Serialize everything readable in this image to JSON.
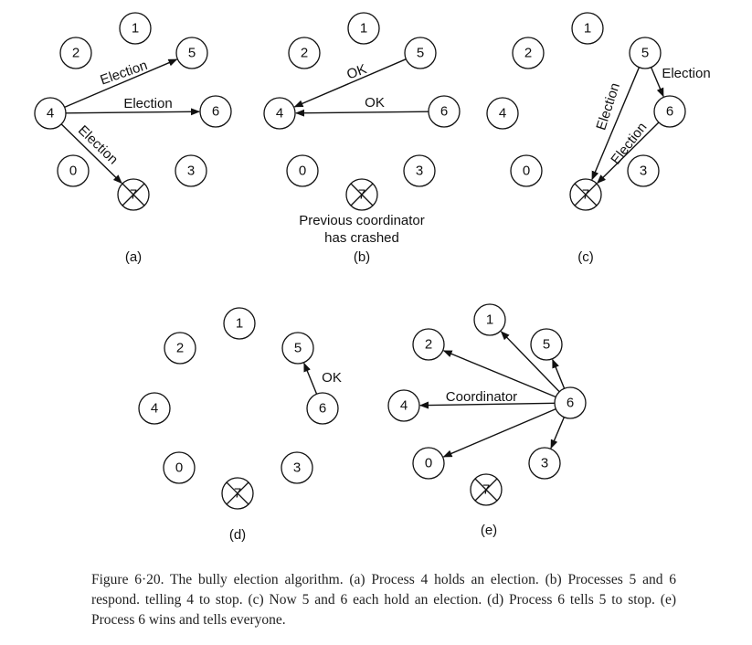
{
  "panels": [
    {
      "label": "(a)",
      "nodes": [
        {
          "id": "1",
          "label": "1"
        },
        {
          "id": "2",
          "label": "2"
        },
        {
          "id": "5",
          "label": "5"
        },
        {
          "id": "4",
          "label": "4"
        },
        {
          "id": "6",
          "label": "6"
        },
        {
          "id": "0",
          "label": "0"
        },
        {
          "id": "3",
          "label": "3"
        },
        {
          "id": "7",
          "label": "7",
          "crashed": true
        }
      ],
      "edges": [
        {
          "from": "4",
          "to": "5",
          "label": "Election"
        },
        {
          "from": "4",
          "to": "6",
          "label": "Election"
        },
        {
          "from": "4",
          "to": "7",
          "label": "Election"
        }
      ]
    },
    {
      "label": "(b)",
      "note": [
        "Previous coordinator",
        "has crashed"
      ],
      "nodes": [
        {
          "id": "1",
          "label": "1"
        },
        {
          "id": "2",
          "label": "2"
        },
        {
          "id": "5",
          "label": "5"
        },
        {
          "id": "4",
          "label": "4"
        },
        {
          "id": "6",
          "label": "6"
        },
        {
          "id": "0",
          "label": "0"
        },
        {
          "id": "3",
          "label": "3"
        },
        {
          "id": "7",
          "label": "7",
          "crashed": true
        }
      ],
      "edges": [
        {
          "from": "5",
          "to": "4",
          "label": "OK"
        },
        {
          "from": "6",
          "to": "4",
          "label": "OK"
        }
      ]
    },
    {
      "label": "(c)",
      "nodes": [
        {
          "id": "1",
          "label": "1"
        },
        {
          "id": "2",
          "label": "2"
        },
        {
          "id": "5",
          "label": "5"
        },
        {
          "id": "4",
          "label": "4"
        },
        {
          "id": "6",
          "label": "6"
        },
        {
          "id": "0",
          "label": "0"
        },
        {
          "id": "3",
          "label": "3"
        },
        {
          "id": "7",
          "label": "7",
          "crashed": true
        }
      ],
      "edges": [
        {
          "from": "5",
          "to": "6",
          "label": "Election"
        },
        {
          "from": "5",
          "to": "7",
          "label": "Election"
        },
        {
          "from": "6",
          "to": "7",
          "label": "Election"
        }
      ]
    },
    {
      "label": "(d)",
      "nodes": [
        {
          "id": "1",
          "label": "1"
        },
        {
          "id": "2",
          "label": "2"
        },
        {
          "id": "5",
          "label": "5"
        },
        {
          "id": "4",
          "label": "4"
        },
        {
          "id": "6",
          "label": "6"
        },
        {
          "id": "0",
          "label": "0"
        },
        {
          "id": "3",
          "label": "3"
        },
        {
          "id": "7",
          "label": "7",
          "crashed": true
        }
      ],
      "edges": [
        {
          "from": "6",
          "to": "5",
          "label": "OK"
        }
      ]
    },
    {
      "label": "(e)",
      "nodes": [
        {
          "id": "1",
          "label": "1"
        },
        {
          "id": "2",
          "label": "2"
        },
        {
          "id": "5",
          "label": "5"
        },
        {
          "id": "4",
          "label": "4"
        },
        {
          "id": "6",
          "label": "6"
        },
        {
          "id": "0",
          "label": "0"
        },
        {
          "id": "3",
          "label": "3"
        },
        {
          "id": "7",
          "label": "7",
          "crashed": true
        }
      ],
      "edges": [
        {
          "from": "6",
          "to": "1",
          "label": ""
        },
        {
          "from": "6",
          "to": "2",
          "label": ""
        },
        {
          "from": "6",
          "to": "5",
          "label": ""
        },
        {
          "from": "6",
          "to": "4",
          "label": "Coordinator"
        },
        {
          "from": "6",
          "to": "0",
          "label": ""
        },
        {
          "from": "6",
          "to": "3",
          "label": ""
        }
      ]
    }
  ],
  "caption": "Figure 6·20. The bully election algorithm. (a) Process 4 holds an election. (b) Processes 5 and 6 respond. telling 4 to stop. (c) Now 5 and 6 each hold an election. (d) Process 6 tells 5 to stop. (e) Process 6 wins and tells everyone."
}
